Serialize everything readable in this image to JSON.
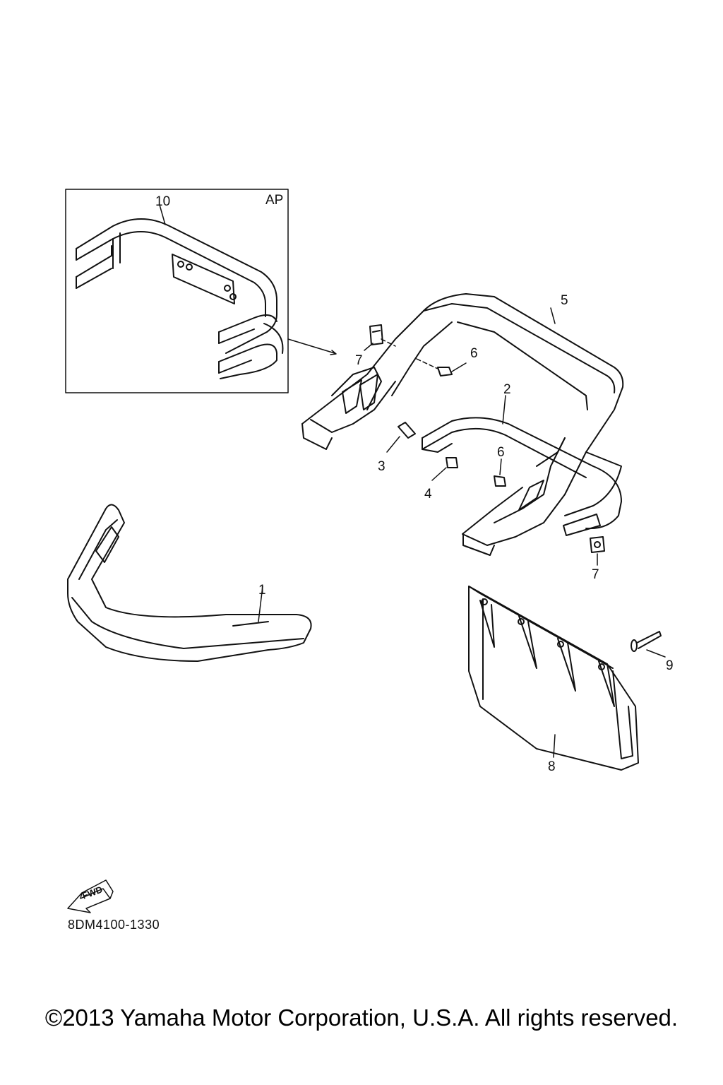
{
  "callouts": {
    "c1": "1",
    "c2": "2",
    "c3": "3",
    "c4": "4",
    "c5": "5",
    "c6a": "6",
    "c6b": "6",
    "c7a": "7",
    "c7b": "7",
    "c8": "8",
    "c9": "9",
    "c10": "10"
  },
  "inset": {
    "tag": "AP"
  },
  "fwd_label": "FWD",
  "diagram_code": "8DM4100-1330",
  "copyright": "©2013 Yamaha Motor Corporation, U.S.A. All rights reserved."
}
